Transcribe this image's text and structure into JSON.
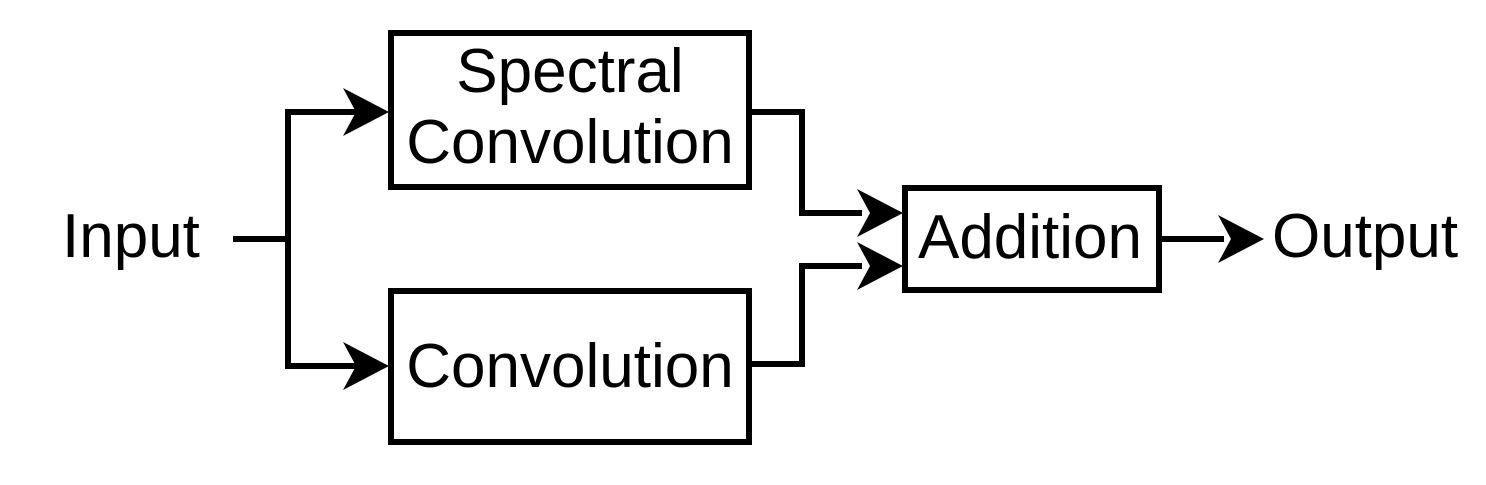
{
  "diagram": {
    "background_color": "#ffffff",
    "line_color": "#000000",
    "box_fill_color": "#ffffff",
    "labels": {
      "input": "Input",
      "spectral_line1": "Spectral",
      "spectral_line2": "Convolution",
      "convolution": "Convolution",
      "addition": "Addition",
      "output": "Output"
    },
    "nodes": [
      {
        "id": "input",
        "type": "text-label",
        "label": "Input"
      },
      {
        "id": "spectral-convolution",
        "type": "box",
        "label": "Spectral Convolution"
      },
      {
        "id": "convolution",
        "type": "box",
        "label": "Convolution"
      },
      {
        "id": "addition",
        "type": "box",
        "label": "Addition"
      },
      {
        "id": "output",
        "type": "text-label",
        "label": "Output"
      }
    ],
    "edges": [
      {
        "from": "input",
        "to": "spectral-convolution"
      },
      {
        "from": "input",
        "to": "convolution"
      },
      {
        "from": "spectral-convolution",
        "to": "addition"
      },
      {
        "from": "convolution",
        "to": "addition"
      },
      {
        "from": "addition",
        "to": "output"
      }
    ]
  }
}
